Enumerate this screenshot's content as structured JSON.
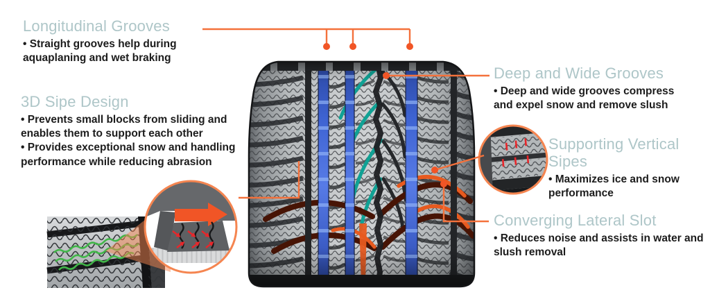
{
  "palette": {
    "heading_teal": "#AEC6C8",
    "body_text": "#1C1C1C",
    "connector_orange": "#F4713B",
    "dot_orange": "#F15526",
    "groove_blue": "#3F66D8",
    "sipe_teal": "#10A295",
    "slot_orange": "#E85A1F",
    "slot_maroon": "#471405",
    "inset_sipe_green": "#41B649",
    "inset_sipe_red": "#E8262A"
  },
  "annotations": {
    "longitudinal_grooves": {
      "title": "Longitudinal Grooves",
      "bullets": [
        "• Straight grooves help during aquaplaning and wet braking"
      ]
    },
    "sipe_design": {
      "title": "3D Sipe Design",
      "bullets": [
        "• Prevents small blocks from sliding and enables them to support each other",
        "• Provides exceptional snow and handling performance while reducing abrasion"
      ]
    },
    "deep_wide_grooves": {
      "title": "Deep and Wide Grooves",
      "bullets": [
        "• Deep and wide grooves compress and expel snow and remove slush"
      ]
    },
    "supporting_vertical_sipes": {
      "title": "Supporting Vertical Sipes",
      "bullets": [
        "• Maximizes ice and snow performance"
      ]
    },
    "converging_lateral_slot": {
      "title": "Converging Lateral Slot",
      "bullets": [
        "• Reduces noise and assists in water and slush removal"
      ]
    }
  }
}
